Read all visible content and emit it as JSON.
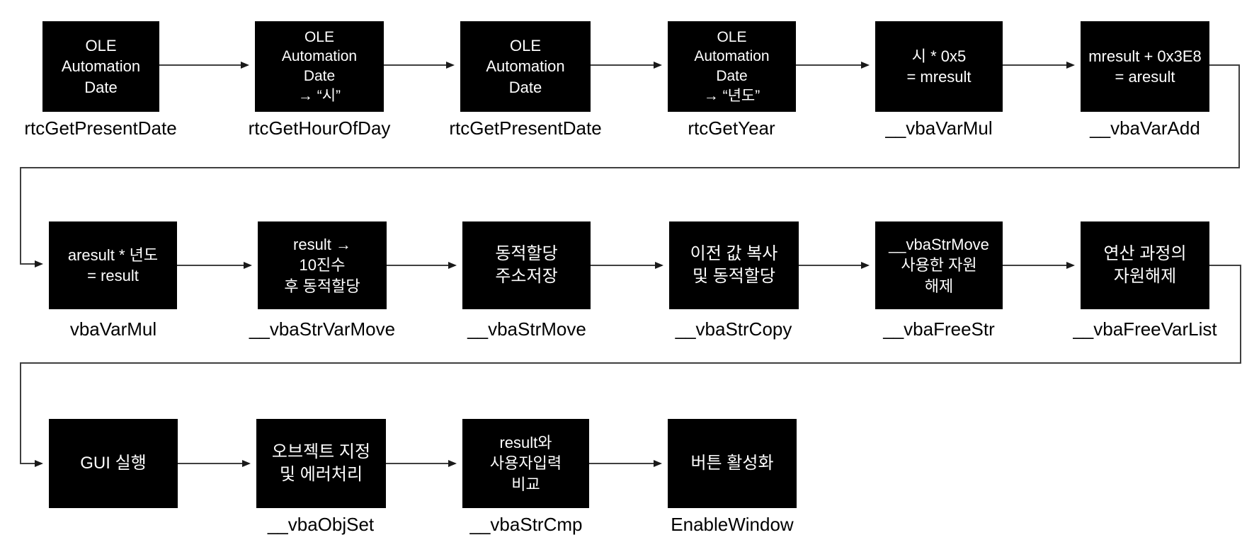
{
  "diagram": {
    "title_hint": "VBA runtime API call flow",
    "colors": {
      "background": "#ffffff",
      "box_fill": "#000000",
      "box_text": "#ffffff",
      "label_text": "#000000",
      "line": "#3f3f3f"
    },
    "rows": [
      {
        "boxes": [
          {
            "text": "OLE\nAutomation\nDate",
            "label": "rtcGetPresentDate"
          },
          {
            "text": "OLE\nAutomation\nDate\n→ “시”",
            "label": "rtcGetHourOfDay"
          },
          {
            "text": "OLE\nAutomation\nDate",
            "label": "rtcGetPresentDate"
          },
          {
            "text": "OLE\nAutomation\nDate\n→ “년도”",
            "label": "rtcGetYear"
          },
          {
            "text": "시 * 0x5\n= mresult",
            "label": "__vbaVarMul"
          },
          {
            "text": "mresult + 0x3E8\n= aresult",
            "label": "__vbaVarAdd"
          }
        ]
      },
      {
        "boxes": [
          {
            "text": "aresult * 년도\n= result",
            "label": "vbaVarMul"
          },
          {
            "text": "result →\n10진수\n후 동적할당",
            "label": "__vbaStrVarMove"
          },
          {
            "text": "동적할당\n주소저장",
            "label": "__vbaStrMove"
          },
          {
            "text": "이전 값 복사\n및 동적할당",
            "label": "__vbaStrCopy"
          },
          {
            "text": "__vbaStrMove\n사용한 자원\n해제",
            "label": "__vbaFreeStr"
          },
          {
            "text": "연산 과정의\n자원해제",
            "label": "__vbaFreeVarList"
          }
        ]
      },
      {
        "boxes": [
          {
            "text": "GUI 실행",
            "label": ""
          },
          {
            "text": "오브젝트 지정\n및 에러처리",
            "label": "__vbaObjSet"
          },
          {
            "text": "result와\n사용자입력\n비교",
            "label": "__vbaStrCmp"
          },
          {
            "text": "버튼 활성화",
            "label": "EnableWindow"
          }
        ]
      }
    ]
  }
}
